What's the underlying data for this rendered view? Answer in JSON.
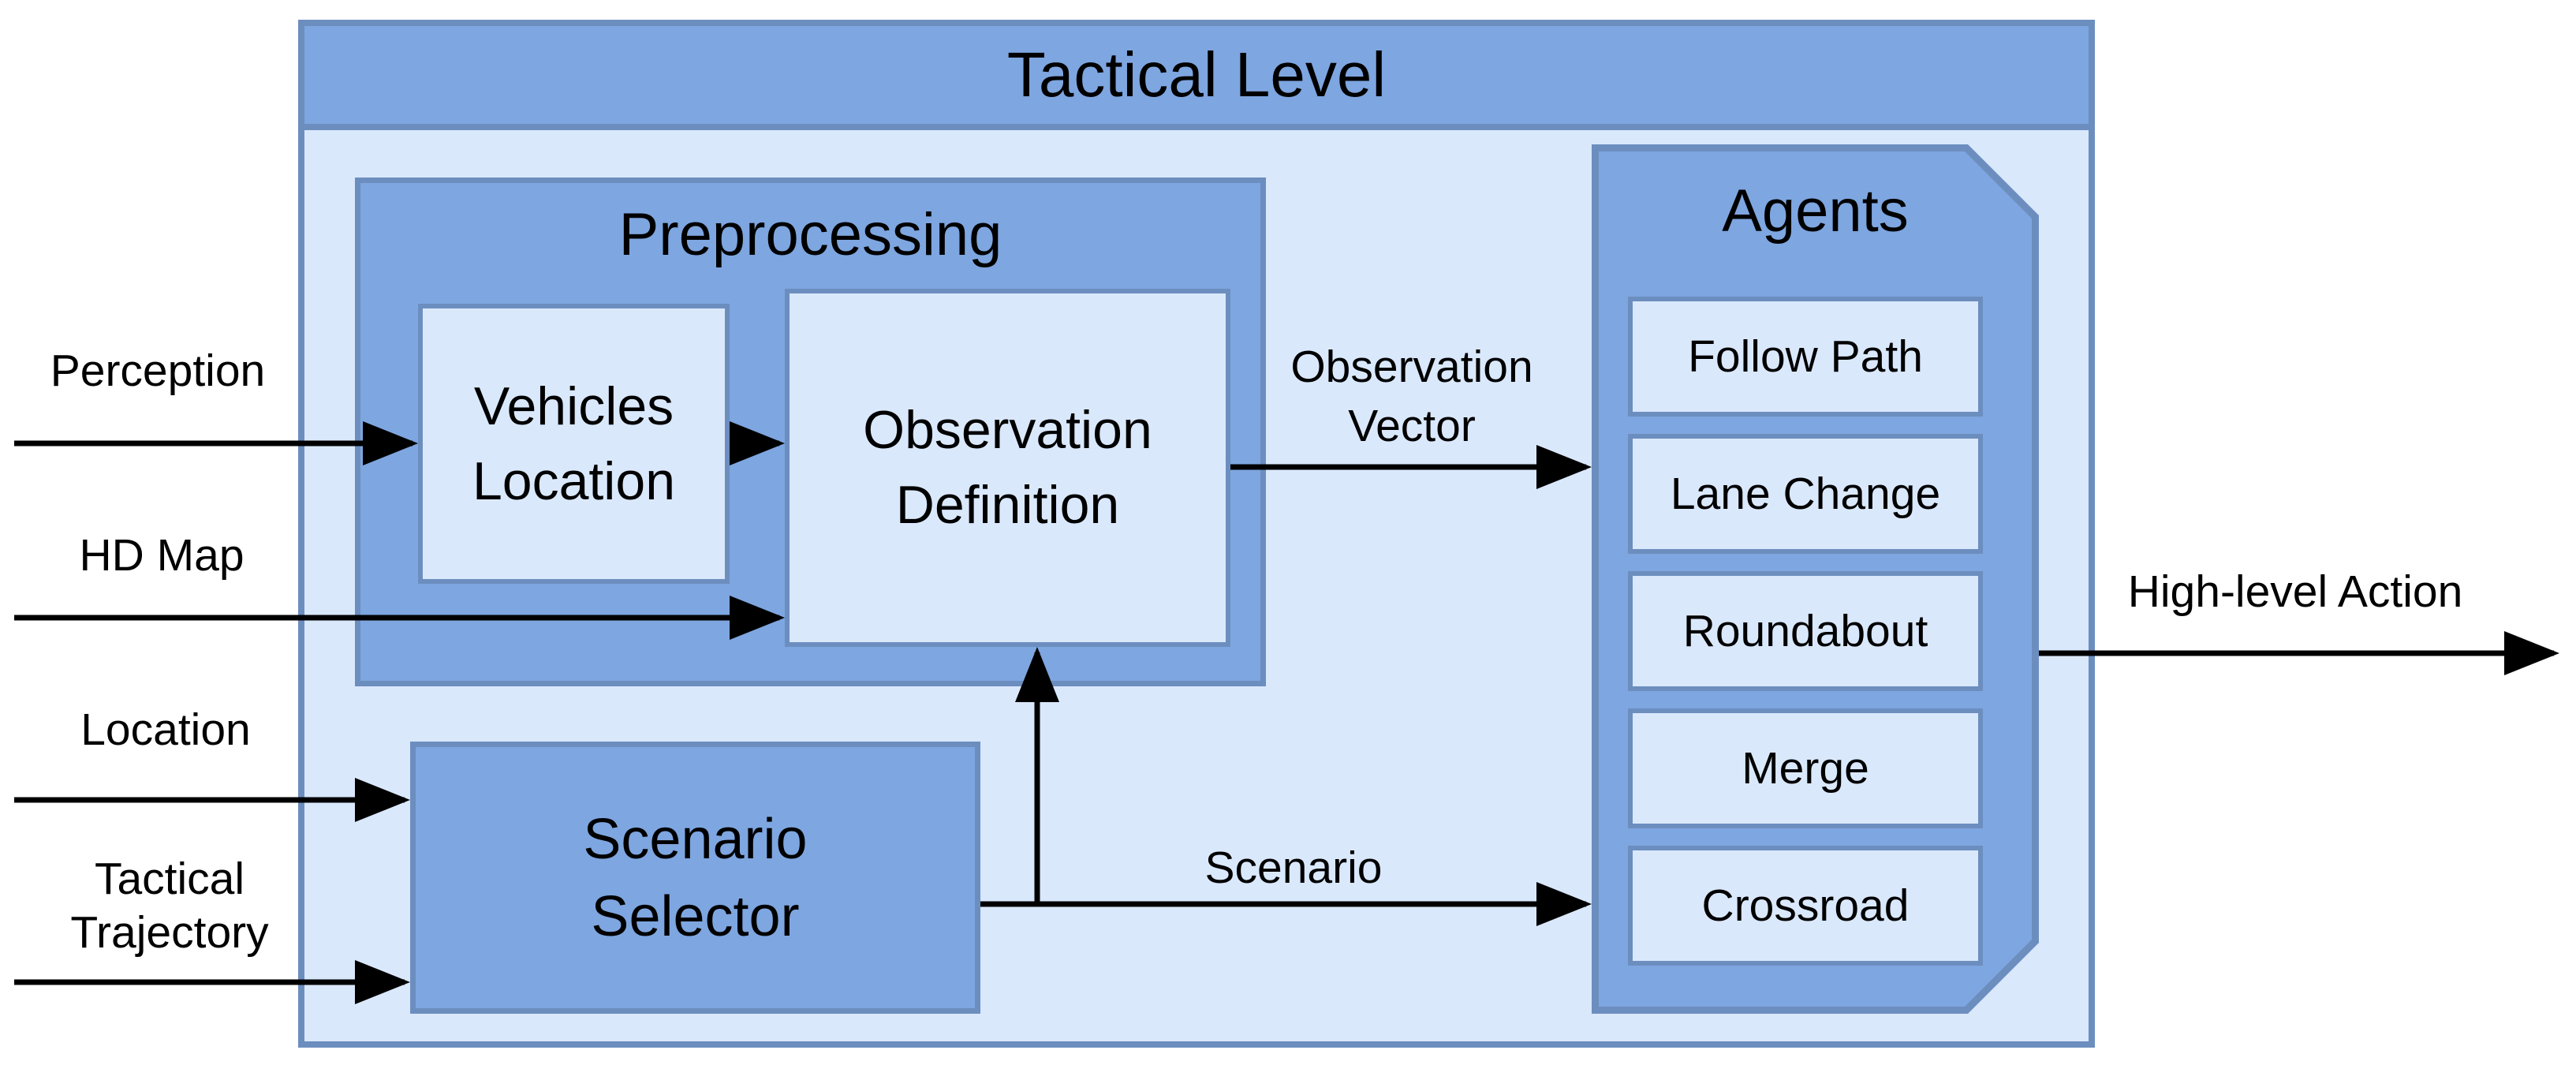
{
  "colors": {
    "mid_blue": "#7EA6E0",
    "light_blue": "#DAE8FC",
    "border_blue": "#6C8EBF",
    "arrow_black": "#000000",
    "background": "#FFFFFF"
  },
  "tactical": {
    "title": "Tactical Level"
  },
  "preprocessing": {
    "title": "Preprocessing",
    "vehicles_location": "Vehicles\nLocation",
    "observation_definition": "Observation\nDefinition"
  },
  "scenario_selector": {
    "label": "Scenario\nSelector"
  },
  "agents": {
    "title": "Agents",
    "items": [
      {
        "label": "Follow Path"
      },
      {
        "label": "Lane Change"
      },
      {
        "label": "Roundabout"
      },
      {
        "label": "Merge"
      },
      {
        "label": "Crossroad"
      }
    ]
  },
  "inputs": {
    "perception": "Perception",
    "hd_map": "HD Map",
    "location": "Location",
    "tactical_trajectory": "Tactical\nTrajectory"
  },
  "flows": {
    "observation_vector": "Observation\nVector",
    "scenario": "Scenario",
    "high_level_action": "High-level Action"
  }
}
